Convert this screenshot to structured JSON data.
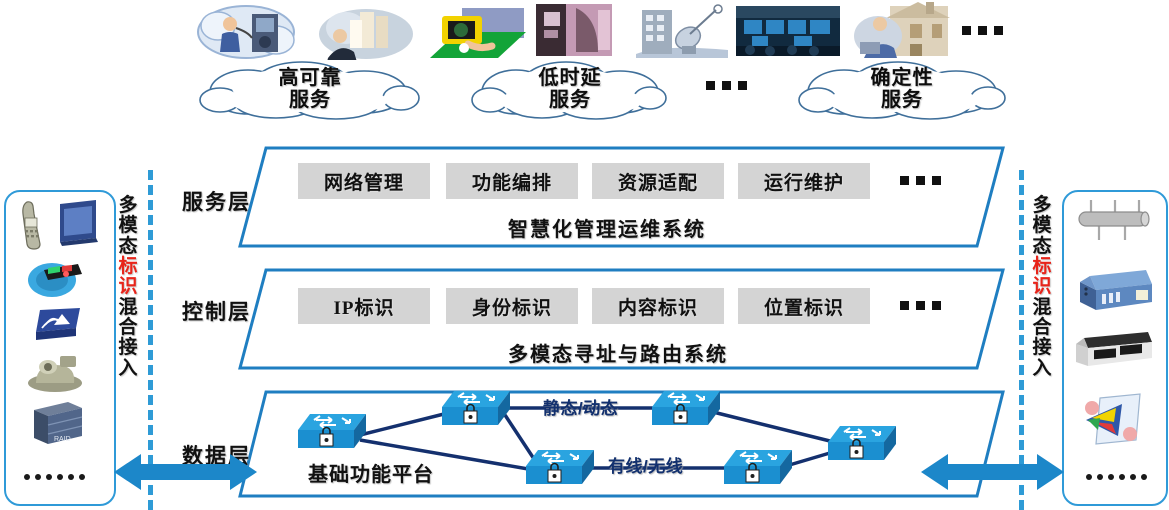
{
  "top_illustrations": [
    {
      "name": "payphone-user-illustration"
    },
    {
      "name": "office-worker-illustration"
    },
    {
      "name": "camera-on-field-illustration"
    },
    {
      "name": "atm-machine-photo"
    },
    {
      "name": "building-satellite-dish-illustration"
    },
    {
      "name": "control-room-screens-photo"
    },
    {
      "name": "home-office-house-illustration"
    }
  ],
  "top_ellipsis": "...",
  "clouds": [
    {
      "name": "cloud-high-reliability",
      "line1": "高可靠",
      "line2": "服务"
    },
    {
      "name": "cloud-low-latency",
      "line1": "低时延",
      "line2": "服务"
    },
    {
      "name": "cloud-deterministic",
      "line1": "确定性",
      "line2": "服务"
    }
  ],
  "cloud_ellipsis": "...",
  "layers": [
    {
      "name": "service-layer",
      "label": "服务层",
      "chips": [
        "网络管理",
        "功能编排",
        "资源适配",
        "运行维护"
      ],
      "chip_ellipsis": "...",
      "subtitle": "智慧化管理运维系统"
    },
    {
      "name": "control-layer",
      "label": "控制层",
      "chips": [
        "IP标识",
        "身份标识",
        "内容标识",
        "位置标识"
      ],
      "chip_ellipsis": "...",
      "subtitle": "多模态寻址与路由系统"
    },
    {
      "name": "data-layer",
      "label": "数据层",
      "platform_label": "基础功能平台",
      "link_labels": [
        "静态/动态",
        "有线/无线"
      ],
      "switch_count": 6
    }
  ],
  "side_panels": {
    "left": {
      "name": "left-access-panel",
      "vertical_text": [
        "多",
        "模",
        "态",
        "标",
        "识",
        "混",
        "合",
        "接",
        "入"
      ],
      "highlight_chars": [
        "标",
        "识"
      ],
      "devices": [
        {
          "name": "mobile-phone-icon"
        },
        {
          "name": "monitor-screen-icon"
        },
        {
          "name": "smart-watch-icon"
        },
        {
          "name": "wireless-sensor-icon"
        },
        {
          "name": "surveillance-camera-icon"
        },
        {
          "name": "raid-storage-icon"
        }
      ],
      "ellipsis": "......"
    },
    "right": {
      "name": "right-access-panel",
      "vertical_text": [
        "多",
        "模",
        "态",
        "标",
        "识",
        "混",
        "合",
        "接",
        "入"
      ],
      "highlight_chars": [
        "标",
        "识"
      ],
      "devices": [
        {
          "name": "backbone-bus-icon"
        },
        {
          "name": "rack-server-icon"
        },
        {
          "name": "network-switch-box-icon"
        },
        {
          "name": "multimedia-content-icon"
        }
      ],
      "ellipsis": "......"
    }
  },
  "arrows": [
    {
      "name": "left-bidirectional-arrow"
    },
    {
      "name": "right-bidirectional-arrow"
    }
  ],
  "colors": {
    "layer_border": "#1f7ec1",
    "dashed_divider": "#2e9bd6",
    "arrow_blue": "#1c87c9",
    "chip_gray": "#d4d4d4",
    "highlight_red": "#e8241a",
    "switch_blue": "#1b8fd0",
    "link_navy": "#14306e",
    "panel_border": "#2f9ad8"
  }
}
